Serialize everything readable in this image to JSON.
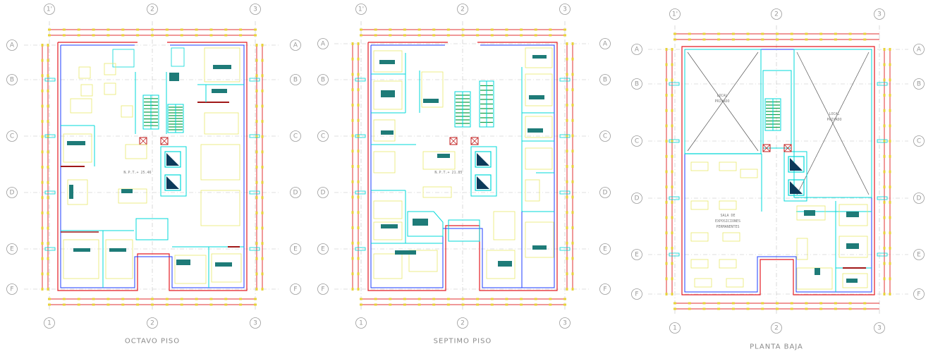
{
  "colors": {
    "wall_red": "#e41b23",
    "wall_blue": "#1c3cff",
    "furniture": "#e8e86c",
    "fixture_cyan": "#00d8d8",
    "teal": "#1e7b78",
    "dark_navy": "#0c3a5a",
    "bubble": "#9a9a9a",
    "dim_red": "#e03030",
    "dim_yellow": "#e8d23a",
    "door_maroon": "#a01818"
  },
  "plans": [
    {
      "id": "octavo",
      "title": "OCTAVO PISO",
      "columns": [
        "1'",
        "2",
        "3"
      ],
      "bottom_columns": [
        "1",
        "2",
        "3"
      ],
      "rows": [
        "A",
        "B",
        "C",
        "D",
        "E",
        "F"
      ],
      "level_note": "N.P.T.+ 25.46"
    },
    {
      "id": "septimo",
      "title": "SEPTIMO PISO",
      "columns": [
        "1'",
        "2",
        "3"
      ],
      "bottom_columns": [
        "1",
        "2",
        "3"
      ],
      "rows": [
        "A",
        "B",
        "C",
        "D",
        "E",
        "F"
      ],
      "level_note": "N.P.T.+ 21.85"
    },
    {
      "id": "baja",
      "title": "PLANTA BAJA",
      "columns": [
        "1'",
        "2",
        "3"
      ],
      "bottom_columns": [
        "1",
        "2",
        "3"
      ],
      "rows": [
        "A",
        "B",
        "C",
        "D",
        "E",
        "F"
      ],
      "rooms": [
        {
          "name": "LOCAL",
          "sub": "PRIVADO"
        },
        {
          "name": "LOCAL",
          "sub": "PRIVADO"
        },
        {
          "name": "SALA DE",
          "sub": "EXPOSICIONES",
          "sub2": "PERMANENTES"
        }
      ]
    }
  ]
}
